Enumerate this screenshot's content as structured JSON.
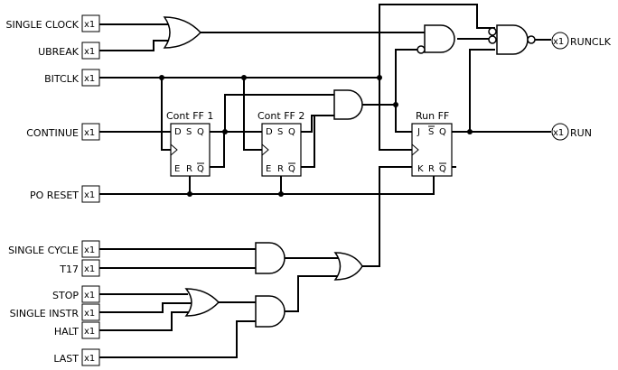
{
  "inputs": {
    "single_clock": "SINGLE CLOCK",
    "ubreak": "UBREAK",
    "bitclk": "BITCLK",
    "continue": "CONTINUE",
    "po_reset": "PO RESET",
    "single_cycle": "SINGLE CYCLE",
    "t17": "T17",
    "stop": "STOP",
    "single_instr": "SINGLE INSTR",
    "halt": "HALT",
    "last": "LAST"
  },
  "outputs": {
    "runclk": "RUNCLK",
    "run": "RUN"
  },
  "buffer_label": "x1",
  "flipflops": {
    "cont1": {
      "title": "Cont FF 1",
      "d": "D",
      "s": "S",
      "q": "Q",
      "e": "E",
      "r": "R",
      "qbar": "Q"
    },
    "cont2": {
      "title": "Cont FF 2",
      "d": "D",
      "s": "S",
      "q": "Q",
      "e": "E",
      "r": "R",
      "qbar": "Q"
    },
    "run": {
      "title": "Run FF",
      "j": "J",
      "s": "S",
      "q": "Q",
      "k": "K",
      "r": "R",
      "qbar": "Q"
    }
  }
}
